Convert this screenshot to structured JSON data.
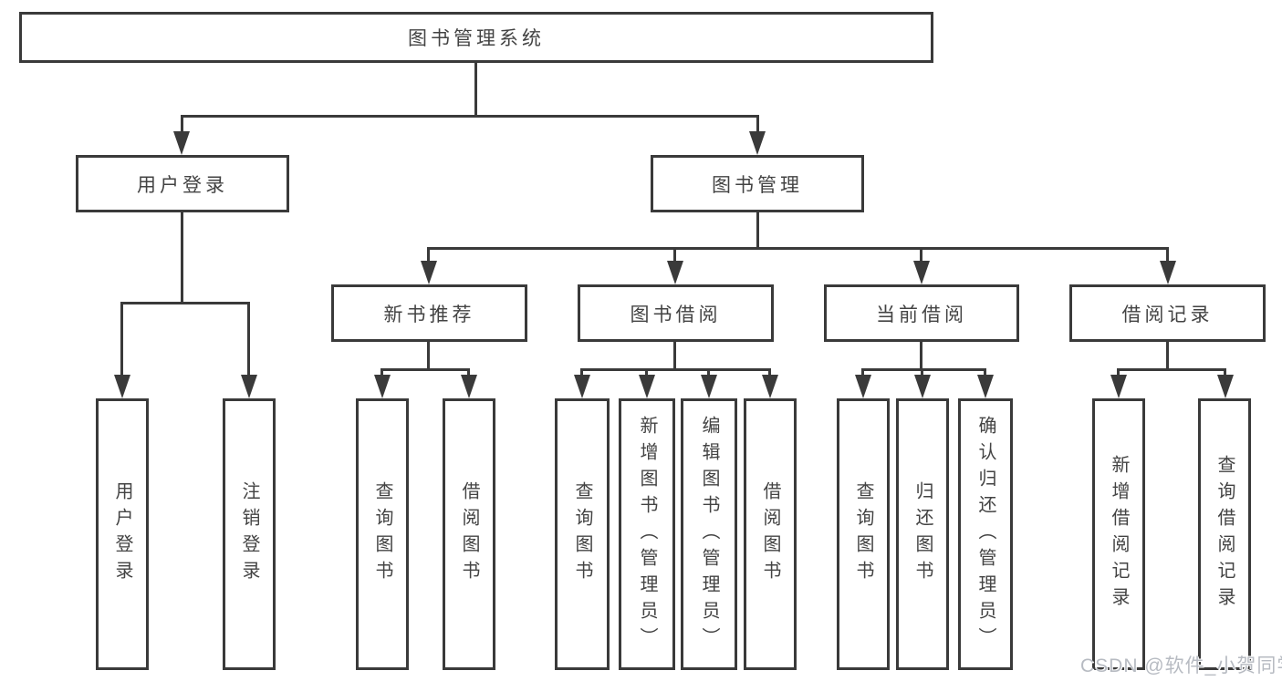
{
  "tree": {
    "root": {
      "label": "图书管理系统",
      "children": [
        {
          "label": "用户登录",
          "children": [
            {
              "label": "用户登录"
            },
            {
              "label": "注销登录"
            }
          ]
        },
        {
          "label": "图书管理",
          "children": [
            {
              "label": "新书推荐",
              "children": [
                {
                  "label": "查询图书"
                },
                {
                  "label": "借阅图书"
                }
              ]
            },
            {
              "label": "图书借阅",
              "children": [
                {
                  "label": "查询图书"
                },
                {
                  "label": "新增图书（管理员）"
                },
                {
                  "label": "编辑图书（管理员）"
                },
                {
                  "label": "借阅图书"
                }
              ]
            },
            {
              "label": "当前借阅",
              "children": [
                {
                  "label": "查询图书"
                },
                {
                  "label": "归还图书"
                },
                {
                  "label": "确认归还（管理员）"
                }
              ]
            },
            {
              "label": "借阅记录",
              "children": [
                {
                  "label": "新增借阅记录"
                },
                {
                  "label": "查询借阅记录"
                }
              ]
            }
          ]
        }
      ]
    }
  },
  "watermark": {
    "text": "CSDN @软件_小贺同学"
  },
  "colors": {
    "line": "#3a3a3a",
    "text": "#434343",
    "watermark": "#b7bbc2",
    "background": "#ffffff"
  }
}
